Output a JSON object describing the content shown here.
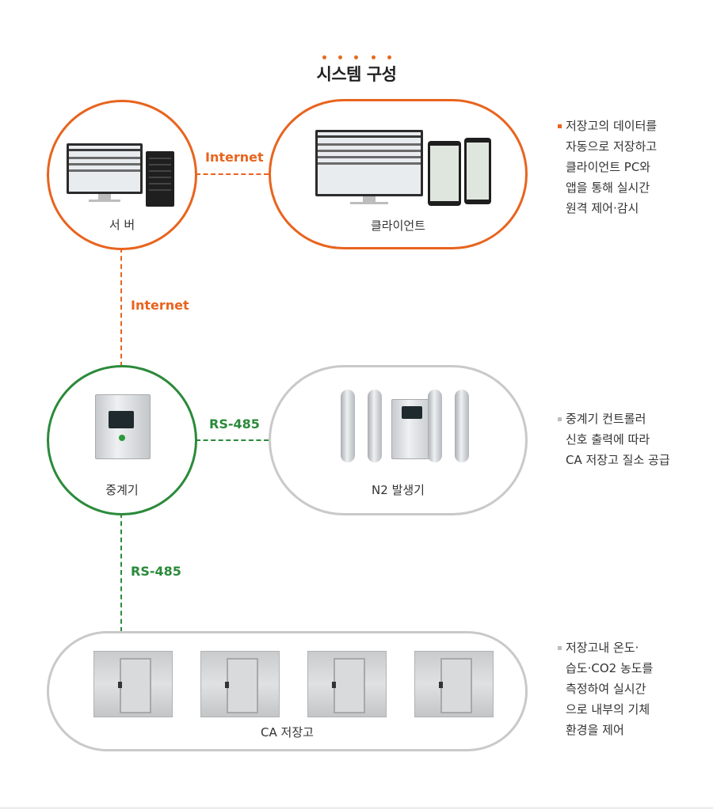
{
  "title": "시스템 구성",
  "nodes": {
    "server": "서 버",
    "client": "클라이언트",
    "relay": "중계기",
    "n2": "N2 발생기",
    "storage": "CA 저장고"
  },
  "links": {
    "server_client": "Internet",
    "server_relay": "Internet",
    "relay_n2": "RS-485",
    "relay_storage": "RS-485"
  },
  "descriptions": {
    "top": [
      "저장고의 데이터를",
      "자동으로 저장하고",
      "클라이언트 PC와",
      "앱을 통해 실시간",
      "원격 제어·감시"
    ],
    "middle": [
      "중계기 컨트롤러",
      "신호 출력에 따라",
      "CA 저장고 질소 공급"
    ],
    "bottom": [
      "저장고내 온도·",
      "습도·CO2 농도를",
      "측정하여 실시간",
      "으로 내부의 기체",
      "환경을 제어"
    ]
  },
  "colors": {
    "accent_orange": "#e8641e",
    "accent_green": "#2b8a3a",
    "neutral_gray": "#c9c9c9"
  }
}
